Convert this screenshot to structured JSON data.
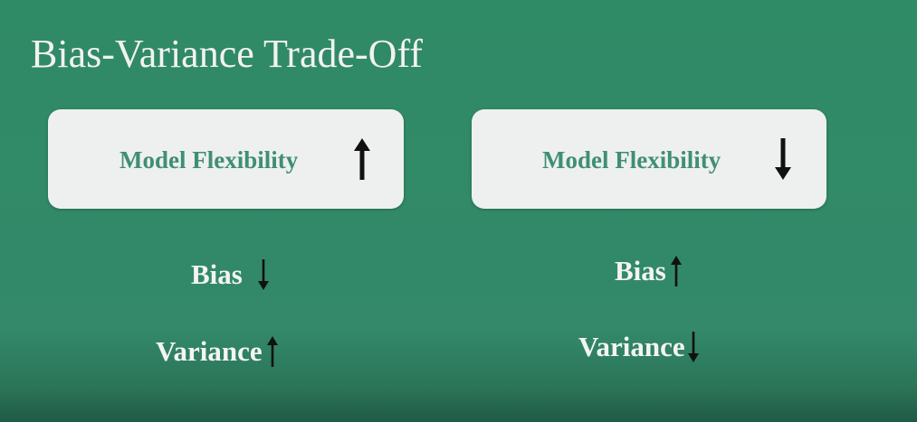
{
  "slide": {
    "title": "Bias-Variance Trade-Off"
  },
  "left_panel": {
    "card_label": "Model Flexibility",
    "card_arrow": "up-arrow-icon",
    "bias_label": "Bias",
    "bias_arrow": "down-arrow-icon",
    "variance_label": "Variance",
    "variance_arrow": "up-arrow-icon"
  },
  "right_panel": {
    "card_label": "Model Flexibility",
    "card_arrow": "down-arrow-icon",
    "bias_label": "Bias",
    "bias_arrow": "up-arrow-icon",
    "variance_label": "Variance",
    "variance_arrow": "down-arrow-icon"
  },
  "colors": {
    "background": "#33896a",
    "card": "#eef0ef",
    "card_text": "#3f8f74",
    "title_text": "#f2f2f2",
    "arrow": "#111111"
  }
}
